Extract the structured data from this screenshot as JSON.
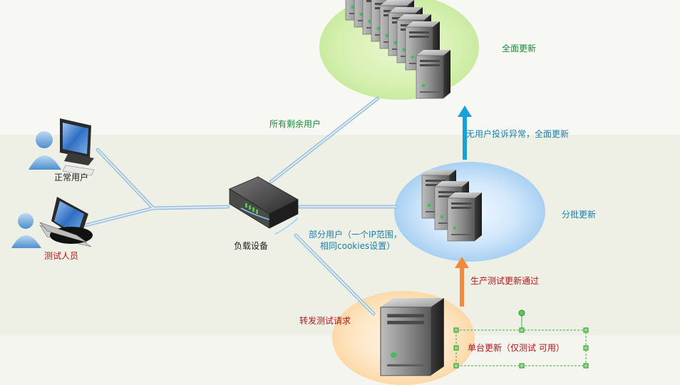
{
  "colors": {
    "green_text": "#1a8a3a",
    "teal_text": "#1a7fae",
    "dark_text": "#222222",
    "red_text": "#b01818",
    "up_arrow_blue": "#1aa0d8",
    "up_arrow_orange": "#f08a3c",
    "link_line": "#bfd8ea"
  },
  "nodes": {
    "normal_user": {
      "label": "正常用户",
      "icon": "desktop-user-icon"
    },
    "tester": {
      "label": "测试人员",
      "icon": "laptop-user-icon"
    },
    "load_balancer": {
      "label": "负载设备",
      "icon": "router-icon"
    },
    "full_cluster": {
      "label": "全面更新",
      "icon": "server-rack-icon"
    },
    "batch_cluster": {
      "label": "分批更新",
      "icon": "server-group-icon"
    },
    "single_server": {
      "label": "单台更新（仅测试  可用）",
      "icon": "server-icon"
    }
  },
  "edges": {
    "to_full": "所有剩余用户",
    "to_batch_line1": "部分用户（一个IP范围，",
    "to_batch_line2": "相同cookies设置）",
    "to_single": "转发测试请求",
    "single_to_batch": "生产测试更新通过",
    "batch_to_full": "无用户投诉异常，全面更新"
  }
}
